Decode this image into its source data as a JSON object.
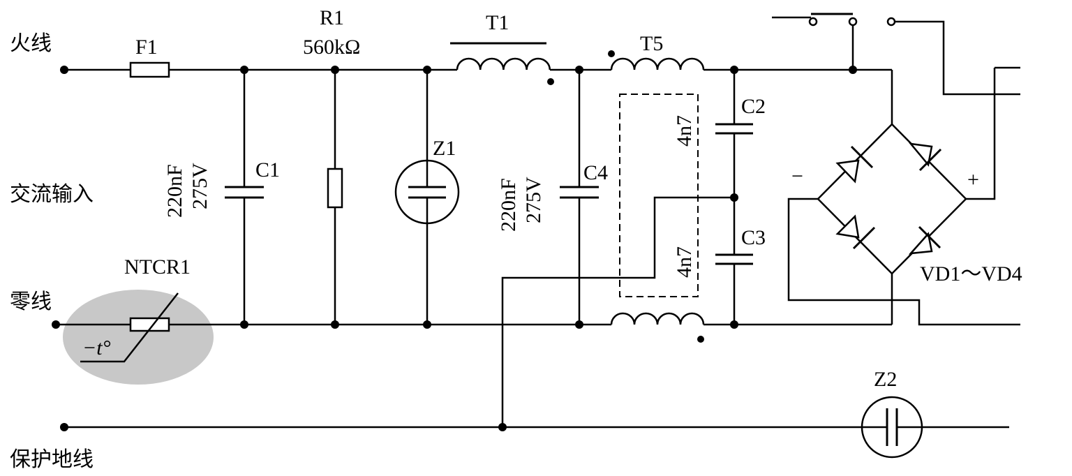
{
  "line_labels": {
    "live": "火线",
    "ac_input": "交流输入",
    "neutral": "零线",
    "ground": "保护地线"
  },
  "components": {
    "F1": {
      "ref": "F1"
    },
    "R1": {
      "ref": "R1",
      "value": "560kΩ"
    },
    "T1": {
      "ref": "T1"
    },
    "T5": {
      "ref": "T5"
    },
    "C1": {
      "ref": "C1",
      "value1": "220nF",
      "value2": "275V"
    },
    "C4": {
      "ref": "C4",
      "value1": "220nF",
      "value2": "275V"
    },
    "C2": {
      "ref": "C2",
      "value": "4n7"
    },
    "C3": {
      "ref": "C3",
      "value": "4n7"
    },
    "Z1": {
      "ref": "Z1"
    },
    "Z2": {
      "ref": "Z2"
    },
    "NTCR1": {
      "ref": "NTCR1",
      "symbol": "−t°"
    },
    "bridge": {
      "ref": "VD1～VD4",
      "minus": "−",
      "plus": "+"
    }
  },
  "colors": {
    "wire": "#000000",
    "ntc_highlight": "#c8c8c8"
  }
}
